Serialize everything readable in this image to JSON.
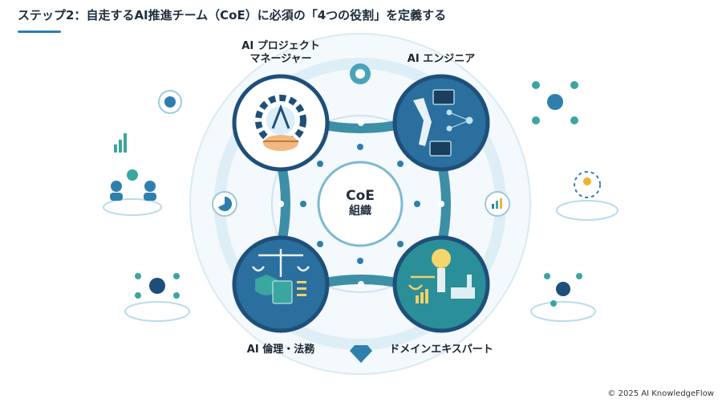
{
  "title": "ステップ2：自走するAI推進チーム（CoE）に必須の「4つの役割」を定義する",
  "center": {
    "line1": "CoE",
    "line2": "組織"
  },
  "roles": {
    "pm": {
      "line1": "AI プロジェクト",
      "line2": "マネージャー"
    },
    "engineer": "AI エンジニア",
    "ethics": "AI 倫理・法務",
    "domain": "ドメインエキスパート"
  },
  "footer": "© 2025 AI KnowledgeFlow",
  "colors": {
    "navy": "#1e4f7a",
    "teal": "#3aa6a0",
    "sky": "#d6ecf5",
    "accent": "#2b7fb8"
  }
}
